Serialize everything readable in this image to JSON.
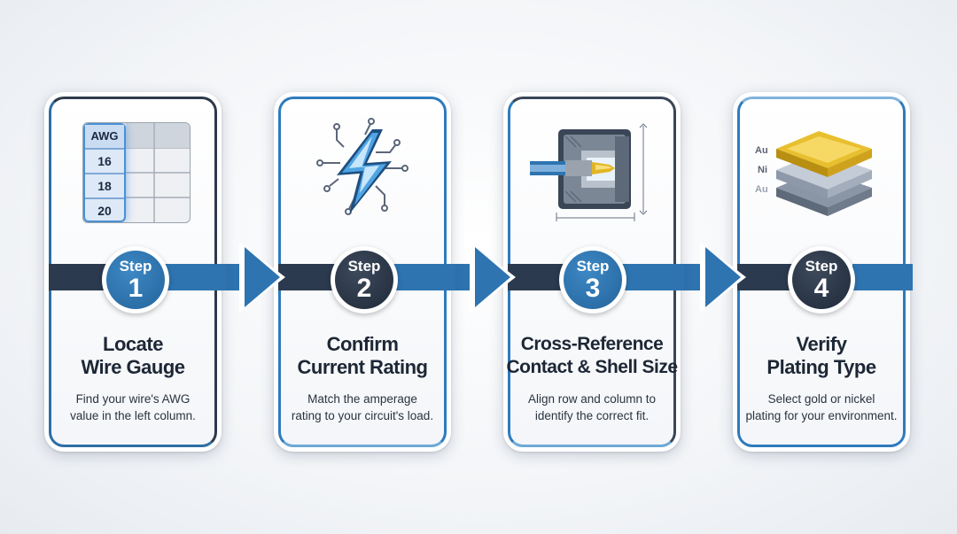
{
  "steps": [
    {
      "step_word": "Step",
      "number": "1",
      "title_line1": "Locate",
      "title_line2": "Wire Gauge",
      "desc_line1": "Find your wire's AWG",
      "desc_line2": "value in the left column.",
      "icon": "awg-table-icon"
    },
    {
      "step_word": "Step",
      "number": "2",
      "title_line1": "Confirm",
      "title_line2": "Current Rating",
      "desc_line1": "Match the amperage",
      "desc_line2": "rating to your circuit's load.",
      "icon": "lightning-circuit-icon"
    },
    {
      "step_word": "Step",
      "number": "3",
      "title_line1": "Cross-Reference",
      "title_line2": "Contact & Shell Size",
      "desc_line1": "Align row and column to",
      "desc_line2": "identify the correct fit.",
      "icon": "connector-cross-section-icon"
    },
    {
      "step_word": "Step",
      "number": "4",
      "title_line1": "Verify",
      "title_line2": "Plating Type",
      "desc_line1": "Select gold or nickel",
      "desc_line2": "plating for your environment.",
      "icon": "plating-layers-icon"
    }
  ],
  "awg_table": {
    "header": "AWG",
    "rows": [
      "16",
      "18",
      "20"
    ]
  },
  "plating_labels": [
    "Au",
    "Ni",
    "Au"
  ],
  "colors": {
    "accent_blue": "#2e74b0",
    "dark_navy": "#2b3a4e",
    "gold": "#e2b524",
    "text_dark": "#1d2735"
  }
}
